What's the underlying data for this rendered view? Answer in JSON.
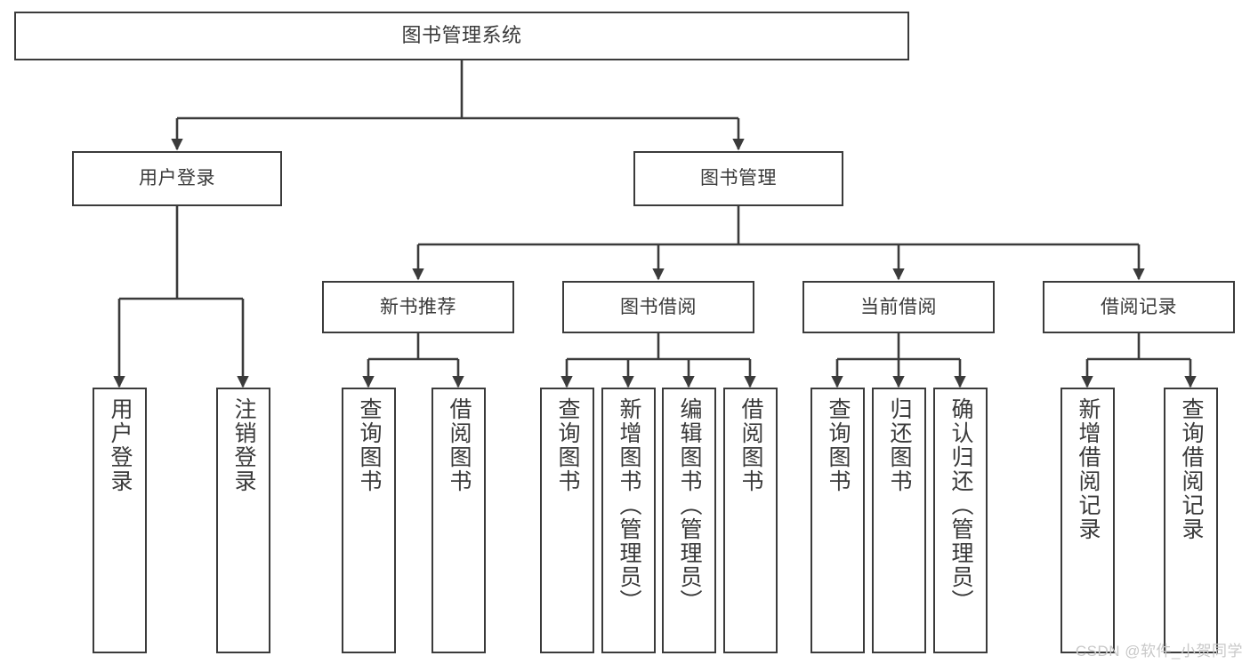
{
  "diagram": {
    "title": "图书管理系统",
    "type": "hierarchy-tree",
    "colors": {
      "background": "#ffffff",
      "box_border": "#3b3b3b",
      "box_fill": "#ffffff",
      "connector": "#3b3b3b",
      "text": "#3a3a3a",
      "watermark": "#c8c8c8"
    },
    "root": {
      "label": "图书管理系统"
    },
    "level2": [
      {
        "id": "user-login",
        "label": "用户登录"
      },
      {
        "id": "book-management",
        "label": "图书管理"
      }
    ],
    "level3": [
      {
        "id": "new-book-recommend",
        "label": "新书推荐"
      },
      {
        "id": "book-borrow",
        "label": "图书借阅"
      },
      {
        "id": "current-borrow",
        "label": "当前借阅"
      },
      {
        "id": "borrow-record",
        "label": "借阅记录"
      }
    ],
    "leaves": {
      "user_login": [
        {
          "id": "leaf-user-login",
          "label": "用户登录"
        },
        {
          "id": "leaf-logout-login",
          "label": "注销登录"
        }
      ],
      "new_book_recommend": [
        {
          "id": "leaf-query-book-1",
          "label": "查询图书"
        },
        {
          "id": "leaf-borrow-book-1",
          "label": "借阅图书"
        }
      ],
      "book_borrow": [
        {
          "id": "leaf-query-book-2",
          "label": "查询图书"
        },
        {
          "id": "leaf-add-book",
          "label": "新增图书（管理员）"
        },
        {
          "id": "leaf-edit-book",
          "label": "编辑图书（管理员）"
        },
        {
          "id": "leaf-borrow-book-2",
          "label": "借阅图书"
        }
      ],
      "current_borrow": [
        {
          "id": "leaf-query-book-3",
          "label": "查询图书"
        },
        {
          "id": "leaf-return-book",
          "label": "归还图书"
        },
        {
          "id": "leaf-confirm-return",
          "label": "确认归还（管理员）"
        }
      ],
      "borrow_record": [
        {
          "id": "leaf-add-record",
          "label": "新增借阅记录"
        },
        {
          "id": "leaf-query-record",
          "label": "查询借阅记录"
        }
      ]
    }
  },
  "watermark": {
    "text": "CSDN @软件_小贺同学"
  }
}
